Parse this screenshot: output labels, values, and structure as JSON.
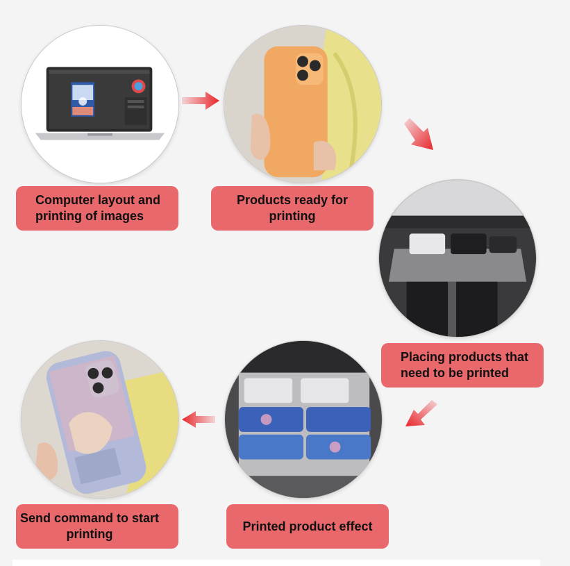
{
  "steps": [
    {
      "label": "Computer layout and\nprinting of images",
      "photo_icon": "laptop-photoshop-image"
    },
    {
      "label": "Products ready for\nprinting",
      "photo_icon": "hand-holding-orange-phone-case-image"
    },
    {
      "label": "Placing products that\nneed to be printed",
      "photo_icon": "printer-tray-image"
    },
    {
      "label": "Printed product effect",
      "photo_icon": "printed-phone-cases-image"
    },
    {
      "label": "Send command to start\nprinting",
      "photo_icon": "printed-phone-case-in-hand-image"
    }
  ],
  "colors": {
    "label_bg": "#e8686b",
    "arrow_red": "#e8262b",
    "page_bg": "#f4f4f5"
  },
  "arrows": [
    {
      "icon": "right-arrow-icon",
      "direction": "right"
    },
    {
      "icon": "down-right-arrow-icon",
      "direction": "down-right"
    },
    {
      "icon": "down-left-arrow-icon",
      "direction": "down-left"
    },
    {
      "icon": "left-arrow-icon",
      "direction": "left"
    }
  ]
}
